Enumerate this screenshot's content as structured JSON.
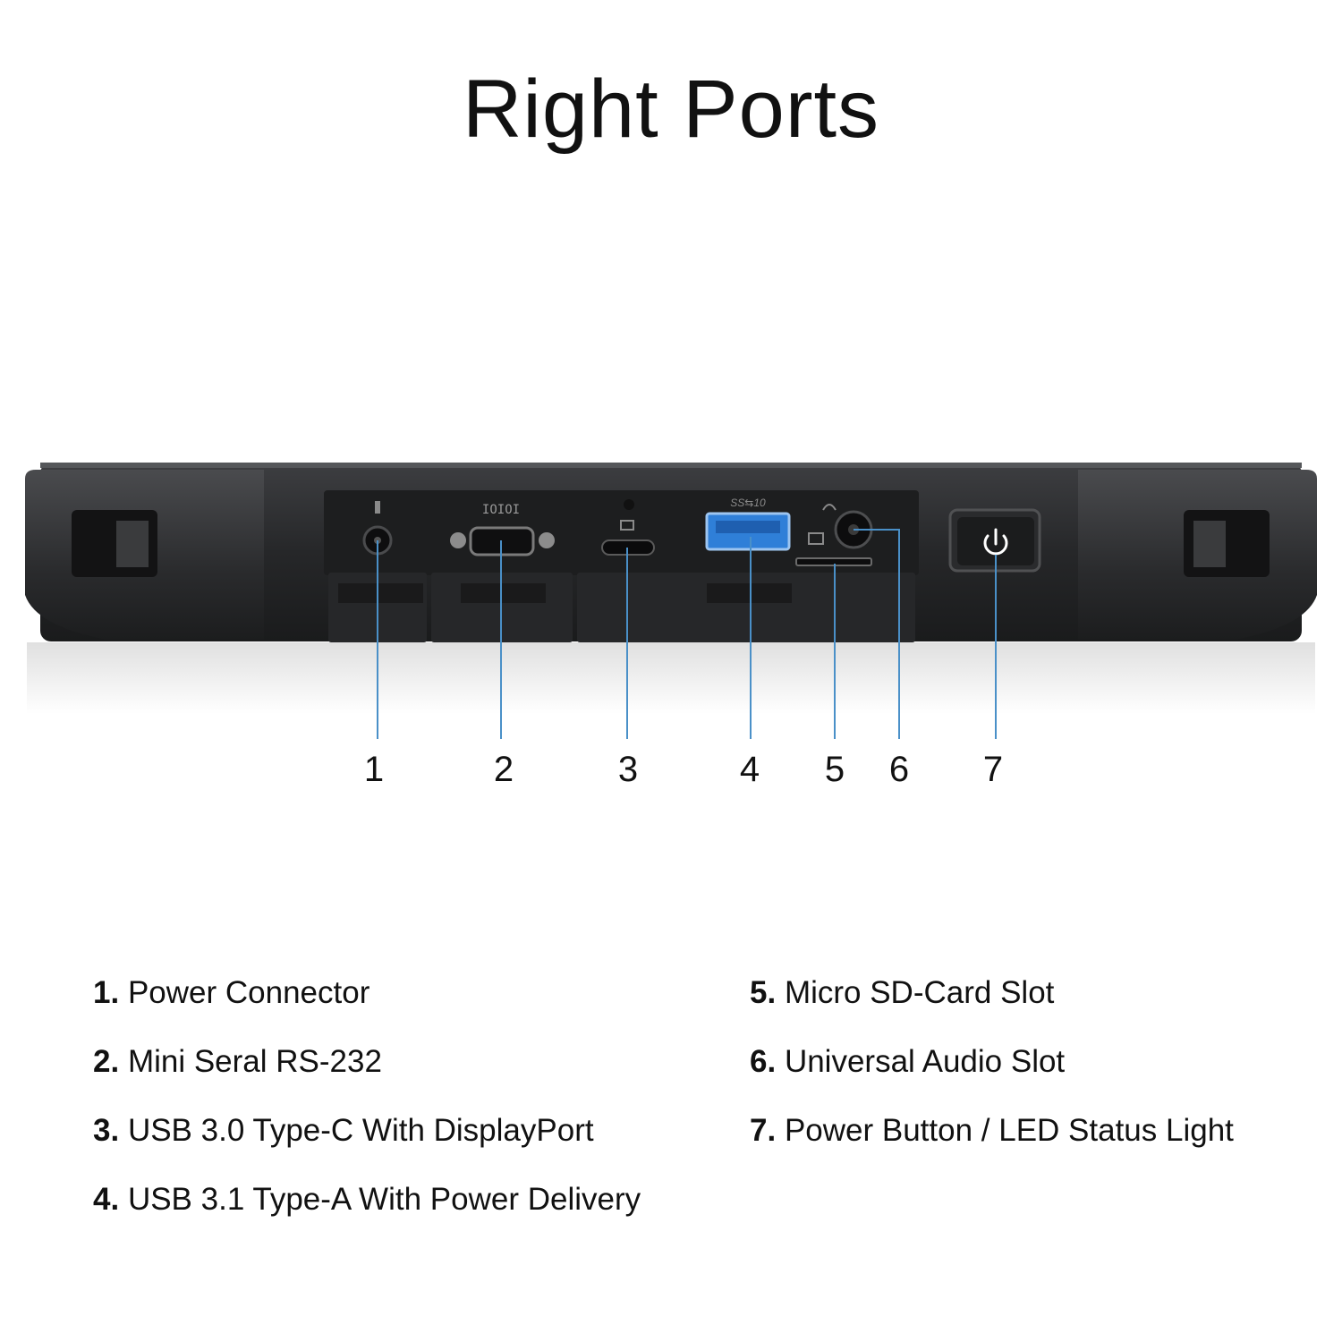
{
  "title": "Right Ports",
  "callouts": [
    "1",
    "2",
    "3",
    "4",
    "5",
    "6",
    "7"
  ],
  "legend": {
    "left": [
      {
        "num": "1.",
        "text": "Power Connector"
      },
      {
        "num": "2.",
        "text": "Mini Seral RS-232"
      },
      {
        "num": "3.",
        "text": "USB 3.0 Type-C With DisplayPort"
      },
      {
        "num": "4.",
        "text": "USB 3.1  Type-A With Power Delivery"
      }
    ],
    "right": [
      {
        "num": "5.",
        "text": "Micro SD-Card Slot"
      },
      {
        "num": "6.",
        "text": "Universal Audio Slot"
      },
      {
        "num": "7.",
        "text": "Power Button / LED Status Light"
      }
    ]
  },
  "colors": {
    "callout_line": "#4a90c8",
    "usb_a_blue": "#2f7fd8",
    "device_body": "#2c2d2f"
  },
  "icons": [
    "power-plug-icon",
    "serial-port-icon",
    "usb-c-icon",
    "usb-a-icon",
    "sd-card-icon",
    "headphone-icon",
    "power-icon"
  ]
}
